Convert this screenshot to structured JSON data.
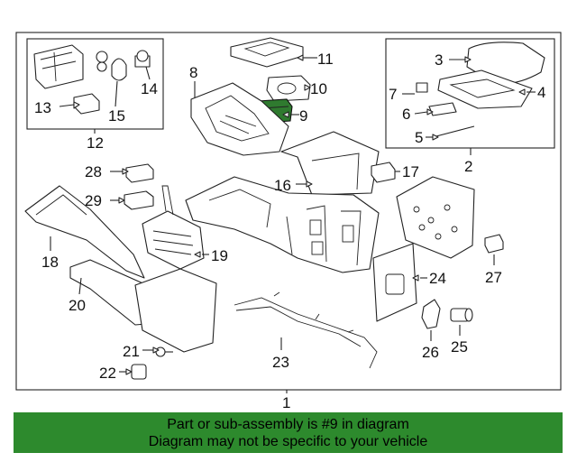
{
  "callouts": {
    "c1": "1",
    "c2": "2",
    "c3": "3",
    "c4": "4",
    "c5": "5",
    "c6": "6",
    "c7": "7",
    "c8": "8",
    "c9": "9",
    "c10": "10",
    "c11": "11",
    "c12": "12",
    "c13": "13",
    "c14": "14",
    "c15": "15",
    "c16": "16",
    "c17": "17",
    "c18": "18",
    "c19": "19",
    "c20": "20",
    "c21": "21",
    "c22": "22",
    "c23": "23",
    "c24": "24",
    "c25": "25",
    "c26": "26",
    "c27": "27",
    "c28": "28",
    "c29": "29"
  },
  "highlighted_part": "9",
  "colors": {
    "highlight": "#2f7a2f",
    "banner": "#2d8a2d"
  },
  "banner": {
    "line1": "Part or sub-assembly is #9 in diagram",
    "line2": "Diagram may not be specific to your vehicle"
  }
}
